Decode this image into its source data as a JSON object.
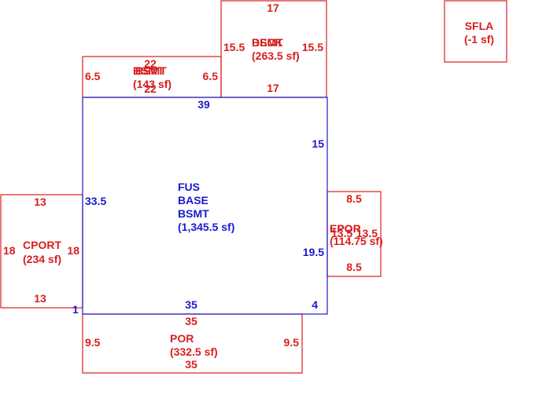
{
  "colors": {
    "main": "#1a1acd",
    "sub": "#d81e1e"
  },
  "areas": {
    "main": {
      "code1": "FUS",
      "code2": "BASE",
      "code3": "BSMT",
      "area": "(1,345.5 sf)",
      "dims": {
        "top": "39",
        "left": "33.5",
        "right_upper": "15",
        "right_lower": "19.5",
        "bottom": "35",
        "bottom_right": "4",
        "bottom_left": "1"
      }
    },
    "deck": {
      "code_a": "DECK",
      "code_b": "BSMT",
      "area": "(263.5 sf)",
      "dims": {
        "top": "17",
        "bottom": "17",
        "left": "15.5",
        "right": "15.5"
      }
    },
    "bsmt": {
      "code_a": "BSMT",
      "code_b": "BSMT",
      "area": "(143 sf)",
      "dims": {
        "top": "22",
        "bottom": "22",
        "left": "6.5",
        "right": "6.5"
      }
    },
    "cport": {
      "code": "CPORT",
      "area": "(234 sf)",
      "dims": {
        "top": "13",
        "bottom": "13",
        "left": "18",
        "right": "18"
      }
    },
    "epor": {
      "code_a": "EPOR",
      "code_b": "EPOR",
      "area": "(114.75 sf)",
      "dims": {
        "top": "8.5",
        "bottom": "8.5",
        "left": "13.5",
        "right": "13.5"
      }
    },
    "por": {
      "code": "POR",
      "area": "(332.5 sf)",
      "dims": {
        "top": "35",
        "bottom": "35",
        "left": "9.5",
        "right": "9.5"
      }
    },
    "sfla": {
      "code": "SFLA",
      "area": "(-1 sf)"
    }
  }
}
